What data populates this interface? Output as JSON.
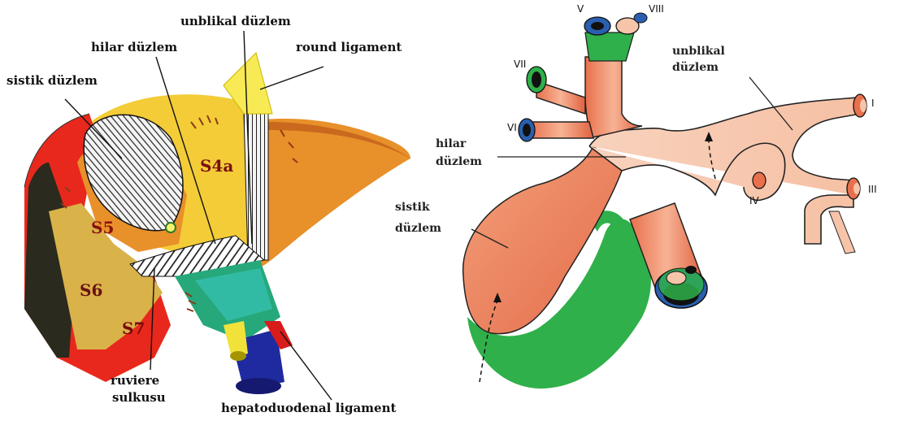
{
  "left": {
    "labels": {
      "umbilical": "unblikal düzlem",
      "hilar": "hilar düzlem",
      "round": "round ligament",
      "cystic": "sistik düzlem",
      "ruviere1": "ruviere",
      "ruviere2": "sulkusu",
      "hepatoduodenal": "hepatoduodenal ligament"
    },
    "segments": {
      "s4a": "S4a",
      "s5": "S5",
      "s6": "S6",
      "s7": "S7"
    }
  },
  "right": {
    "labels": {
      "umbilical1": "unblikal",
      "umbilical2": "düzlem",
      "hilar1": "hilar",
      "hilar2": "düzlem",
      "cystic1": "sistik",
      "cystic2": "düzlem"
    },
    "roman": {
      "v": "V",
      "viii": "VIII",
      "vii": "VII",
      "vi": "VI",
      "i": "I",
      "iii": "III",
      "iv": "IV"
    }
  },
  "colors": {
    "duct_pink": "#f6c4a9",
    "duct_orange": "#ec7b52",
    "gallbladder_green": "#2fb04a",
    "vein_blue": "#2a5fb0",
    "liver_yellow": "#f3cc37",
    "liver_orange": "#e8902a",
    "liver_red": "#e8281c"
  }
}
